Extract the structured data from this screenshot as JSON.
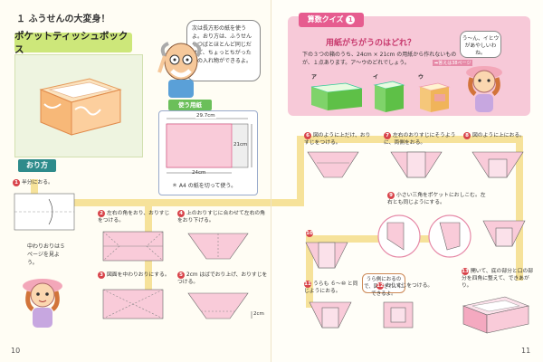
{
  "left_page": {
    "chapter": "１ ふうせんの大変身！",
    "title": "ポケットティッシュボックス",
    "professor_speech": "次は長方形の紙を使うよ。おり方は、ふうせんやつばとほとんど同じだけど、ちょっとちがった形の入れ物ができるよ。",
    "paper_label": "使う用紙",
    "paper_width": "29.7cm",
    "paper_height": "21cm",
    "paper_cut": "24cm",
    "paper_note": "＊ A4 の紙を切って使う。",
    "section_label": "おり方",
    "step1_text": "半分におる。",
    "step2_text": "左右の角をおり、おりすじをつける。",
    "step3_text": "図面を中わりおりにする。",
    "step4_text": "上のおりすじに合わせて左右の角をおり下げる。",
    "step5_text": "2cm はばでおり上げ、おりすじをつける。",
    "measure_2cm": "2cm",
    "middle_note": "中わりおりは５ページを見よう。",
    "page_number": "10",
    "step_numbers": [
      "1",
      "2",
      "3",
      "4",
      "5"
    ]
  },
  "right_page": {
    "quiz_tag": "算数クイズ",
    "quiz_number": "1",
    "quiz_question": "用紙がちがうのはどれ？",
    "quiz_body": "下の３つの箱のうち、24cm × 21cm の用紙から作れないものが、１点あります。ア〜ウのどれでしょう。",
    "quiz_ref": "➡答えは38ページ",
    "answers": [
      "ア",
      "イ",
      "ウ"
    ],
    "girl_speech": "う〜ん、イとウがあやしいわね。",
    "step6_text": "図のように上だけ、おりすじをつける。",
    "step7_text": "左右のおりすじにそうように、両側をおる。",
    "step8_text": "図のように上におる。",
    "step9_text": "小さい三角をポケットにおしこむ。左右とも同じようにする。",
    "step10_text": "",
    "step11_text": "うらも ６〜⑩ と同じようにおる。",
    "step12_text": "おりすじをつける。",
    "step13_text": "開いて、底の部分と口の部分を四角に整えて、できあがり。",
    "pink_bubble": "うら側におるので、図がきれいにできるよ。",
    "page_number": "11",
    "step_numbers": [
      "6",
      "7",
      "8",
      "9",
      "10",
      "11",
      "12",
      "13"
    ]
  },
  "colors": {
    "accent_pink": "#e65c8f",
    "stripe": "#f6e29a",
    "title_green": "#cde77a",
    "section_teal": "#2e8b8b",
    "step_red": "#d8434a"
  }
}
